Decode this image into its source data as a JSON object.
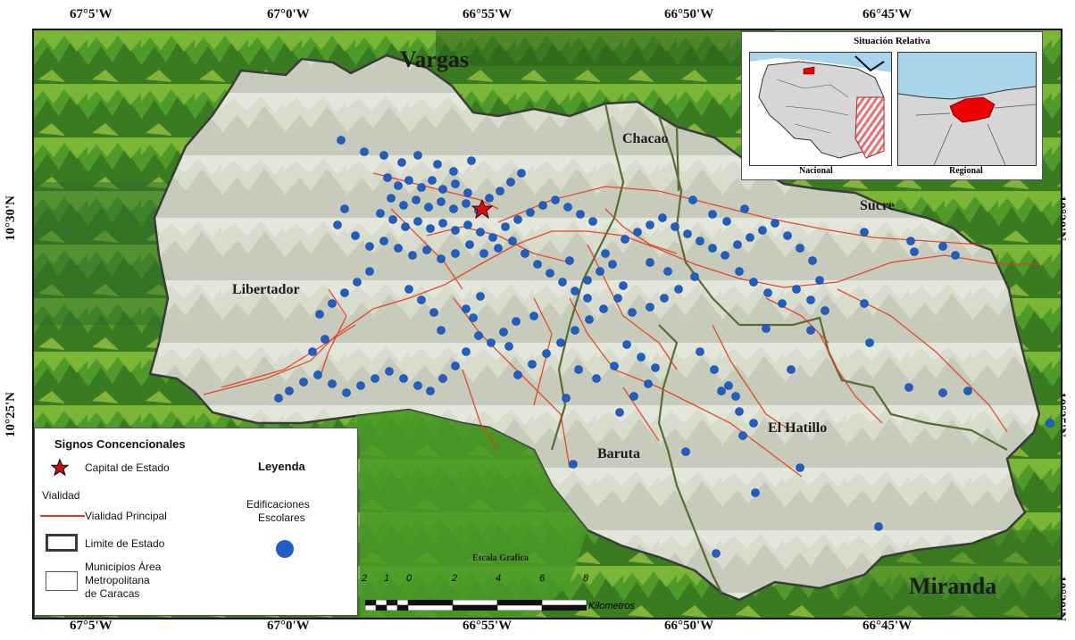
{
  "coordinates": {
    "top": [
      "67°5'W",
      "67°0'W",
      "66°55'W",
      "66°50'W",
      "66°45'W"
    ],
    "bottom": [
      "67°5'W",
      "67°0'W",
      "66°55'W",
      "66°50'W",
      "66°45'W"
    ],
    "left": [
      "10°30'N",
      "10°25'N"
    ],
    "right": [
      "10°30'N",
      "10°25'N",
      "10°20'N"
    ]
  },
  "places": {
    "vargas": "Vargas",
    "chacao": "Chacao",
    "sucre": "Sucre",
    "libertador": "Libertador",
    "baruta": "Baruta",
    "el_hatillo": "El Hatillo",
    "miranda": "Miranda"
  },
  "inset": {
    "title": "Situación Relativa",
    "left_label": "Nacional",
    "right_label": "Regional"
  },
  "legend": {
    "title": "Signos Concencionales",
    "capital": "Capital de Estado",
    "legend_heading": "Leyenda",
    "vialidad": "Vialidad",
    "vialidad_principal": "Vialidad Principal",
    "limite_estado": "Limite de Estado",
    "municipios": [
      "Municipios Área",
      "Metropolitana",
      "de Caracas"
    ],
    "edificaciones": [
      "Edificaciones",
      "Escolares"
    ]
  },
  "scale": {
    "title": "Escala Grafica",
    "ticks": [
      "2",
      "1",
      "0",
      "2",
      "4",
      "6",
      "8"
    ],
    "unit": "Kilometros"
  },
  "colors": {
    "school_dot": "#1e5ec8",
    "road": "#e8391c",
    "state_border": "#3a3a3a",
    "municipal_border": "#5a6b35",
    "capital_star": "#d11010",
    "sea": "#a8d4ec",
    "terrain_green": "#4f9b2a"
  }
}
